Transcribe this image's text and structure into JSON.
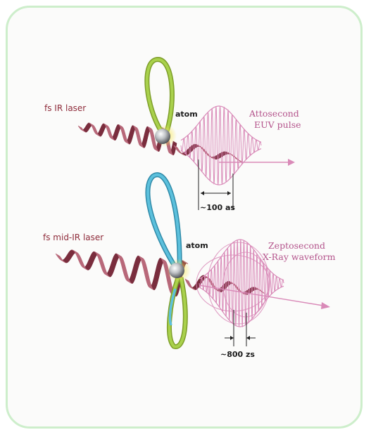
{
  "diagram": {
    "top": {
      "laser_label": "fs IR laser",
      "atom_label": "atom",
      "pulse_label_line1": "Attosecond",
      "pulse_label_line2": "EUV pulse",
      "duration_label": "~100 as"
    },
    "bottom": {
      "laser_label": "fs mid-IR laser",
      "atom_label": "atom",
      "pulse_label_line1": "Zeptosecond",
      "pulse_label_line2": "X-Ray waveform",
      "duration_label": "~800 zs"
    }
  },
  "colors": {
    "border": "#cdeecb",
    "laser_ribbon": "#b8697a",
    "laser_ribbon_dark": "#7a2e3e",
    "pulse": "#d98ab8",
    "orbit_green": "#9cc94a",
    "orbit_blue": "#4fb0cc",
    "label_red": "#8e2b3a",
    "label_pink": "#b4548c"
  }
}
